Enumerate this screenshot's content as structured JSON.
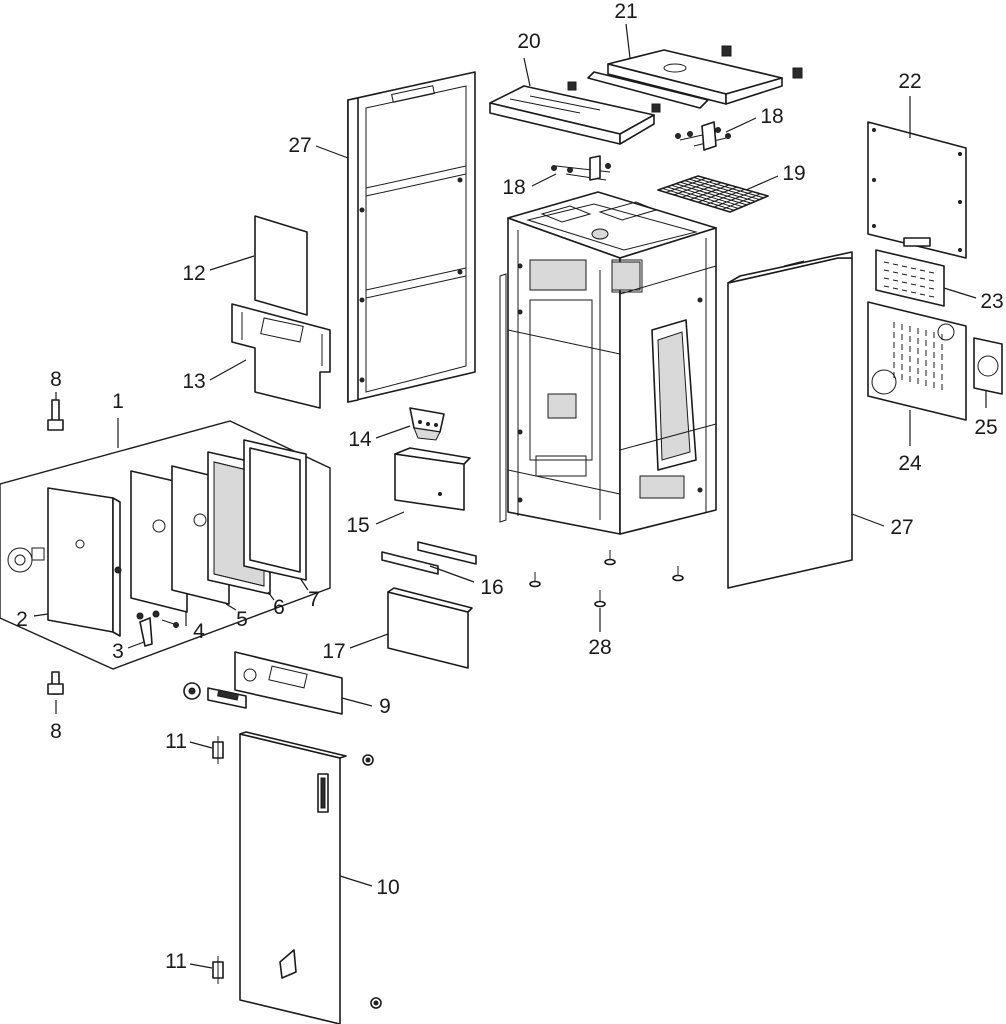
{
  "diagram": {
    "callouts": [
      "1",
      "2",
      "3",
      "4",
      "5",
      "6",
      "7",
      "8",
      "8",
      "9",
      "10",
      "11",
      "11",
      "12",
      "13",
      "14",
      "15",
      "16",
      "17",
      "18",
      "18",
      "19",
      "20",
      "21",
      "22",
      "23",
      "24",
      "25",
      "27",
      "27",
      "28"
    ]
  }
}
